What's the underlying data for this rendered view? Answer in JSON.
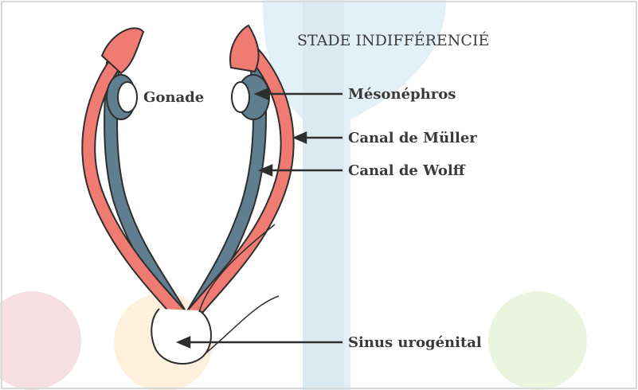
{
  "diagram": {
    "title": "STADE INDIFFÉRENCIÉ",
    "labels": {
      "gonade": "Gonade",
      "mesonephros": "Mésonéphros",
      "muller": "Canal de Müller",
      "wolff": "Canal de Wolff",
      "sinus": "Sinus urogénital"
    },
    "colors": {
      "muller_duct": "#ef7b73",
      "wolff_duct": "#5f7e90",
      "outline": "#2e2e2e",
      "background_gray": "#dcdcdc",
      "background_blue": "#dcecf6",
      "circle_red": "#f6dfe3",
      "circle_orange": "#fdf0dc",
      "circle_green": "#eaf4df"
    }
  }
}
